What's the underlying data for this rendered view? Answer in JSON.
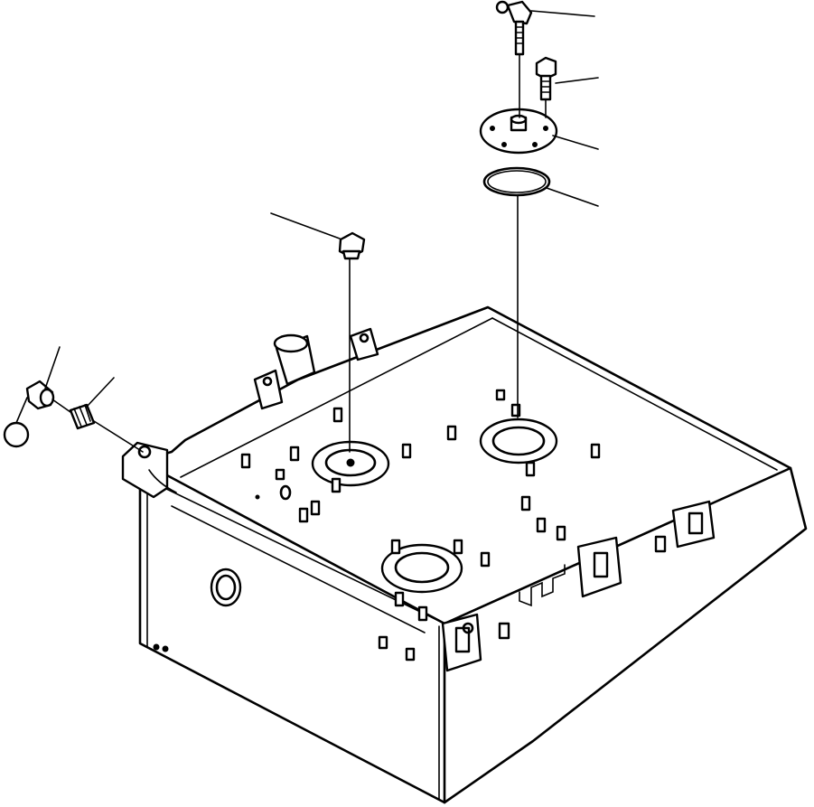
{
  "diagram": {
    "kind": "exploded-parts-view",
    "line_color": "#000000",
    "background": "#ffffff",
    "components": [
      {
        "name": "tank-body"
      },
      {
        "name": "elbow-fitting-top"
      },
      {
        "name": "mounting-bolt"
      },
      {
        "name": "cover-plate"
      },
      {
        "name": "o-ring"
      },
      {
        "name": "filler-plug"
      },
      {
        "name": "elbow-fitting-left"
      },
      {
        "name": "float-ball"
      },
      {
        "name": "hose-adapter"
      }
    ]
  }
}
